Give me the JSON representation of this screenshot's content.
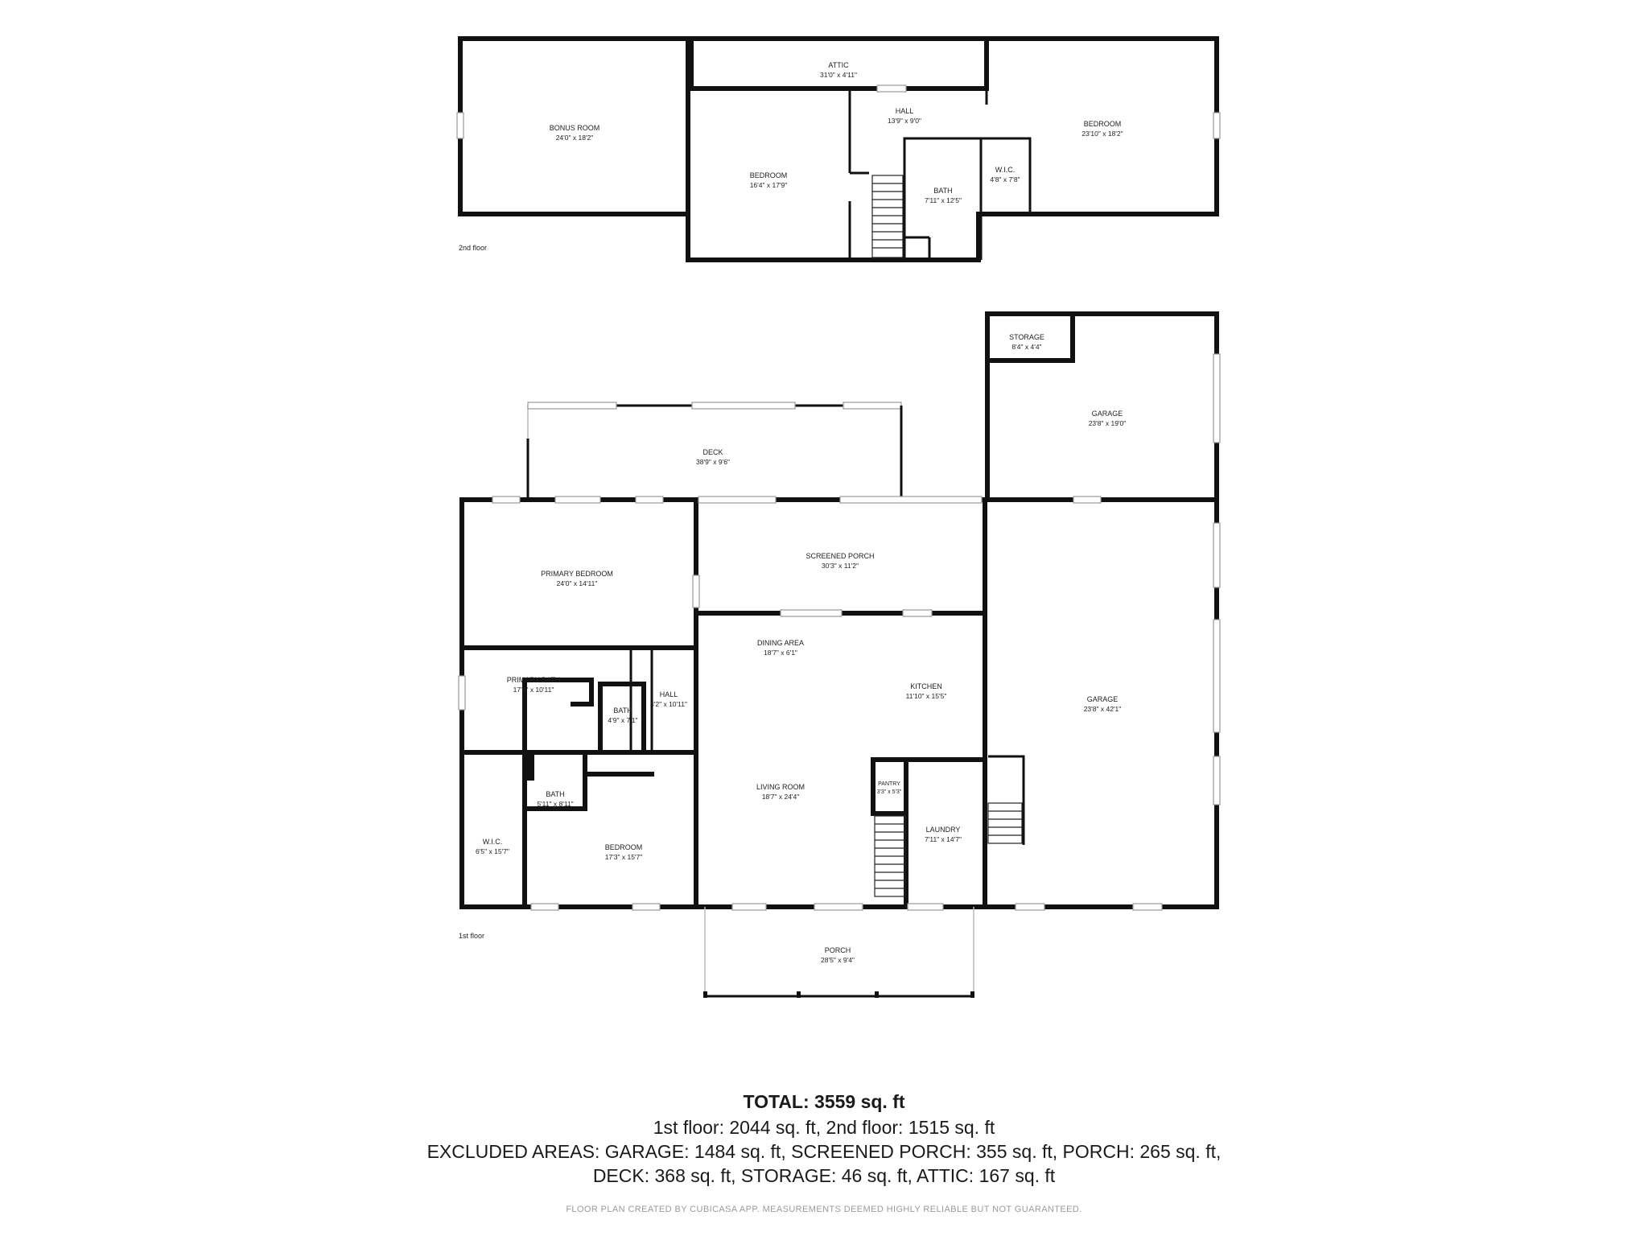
{
  "second_floor": {
    "label": "2nd floor",
    "rooms": [
      {
        "name": "BONUS ROOM",
        "dim": "24'0\" x 18'2\""
      },
      {
        "name": "ATTIC",
        "dim": "31'0\" x 4'11\""
      },
      {
        "name": "HALL",
        "dim": "13'9\" x 9'0\""
      },
      {
        "name": "BEDROOM",
        "dim": "16'4\" x 17'9\""
      },
      {
        "name": "BATH",
        "dim": "7'11\" x 12'5\""
      },
      {
        "name": "W.I.C.",
        "dim": "4'8\" x 7'8\""
      },
      {
        "name": "BEDROOM",
        "dim": "23'10\" x 18'2\""
      }
    ]
  },
  "first_floor": {
    "label": "1st floor",
    "rooms": [
      {
        "name": "STORAGE",
        "dim": "8'4\" x 4'4\""
      },
      {
        "name": "GARAGE",
        "dim": "23'8\" x 19'0\""
      },
      {
        "name": "DECK",
        "dim": "38'9\" x 9'6\""
      },
      {
        "name": "PRIMARY BEDROOM",
        "dim": "24'0\" x 14'11\""
      },
      {
        "name": "SCREENED PORCH",
        "dim": "30'3\" x 11'2\""
      },
      {
        "name": "DINING AREA",
        "dim": "18'7\" x 6'1\""
      },
      {
        "name": "KITCHEN",
        "dim": "11'10\" x 15'5\""
      },
      {
        "name": "GARAGE",
        "dim": "23'8\" x 42'1\""
      },
      {
        "name": "PRIMARY BATH",
        "dim": "17'4\" x 10'11\""
      },
      {
        "name": "HALL",
        "dim": "4'2\" x 10'11\""
      },
      {
        "name": "BATH",
        "dim": "4'9\" x 7'1\""
      },
      {
        "name": "LIVING ROOM",
        "dim": "18'7\" x 24'4\""
      },
      {
        "name": "PANTRY",
        "dim": "3'3\" x 5'3\""
      },
      {
        "name": "LAUNDRY",
        "dim": "7'11\" x 14'7\""
      },
      {
        "name": "BATH",
        "dim": "5'11\" x 8'11\""
      },
      {
        "name": "W.I.C.",
        "dim": "6'5\" x 15'7\""
      },
      {
        "name": "BEDROOM",
        "dim": "17'3\" x 15'7\""
      },
      {
        "name": "PORCH",
        "dim": "28'5\" x 9'4\""
      }
    ]
  },
  "summary": {
    "total": "TOTAL: 3559 sq. ft",
    "floors": "1st floor: 2044 sq. ft, 2nd floor: 1515 sq. ft",
    "excluded_line1": "EXCLUDED AREAS: GARAGE: 1484 sq. ft, SCREENED PORCH: 355 sq. ft, PORCH: 265 sq. ft,",
    "excluded_line2": "DECK: 368 sq. ft, STORAGE: 46 sq. ft, ATTIC: 167 sq. ft",
    "disclaimer": "FLOOR PLAN CREATED BY CUBICASA APP. MEASUREMENTS DEEMED HIGHLY RELIABLE BUT NOT GUARANTEED."
  }
}
